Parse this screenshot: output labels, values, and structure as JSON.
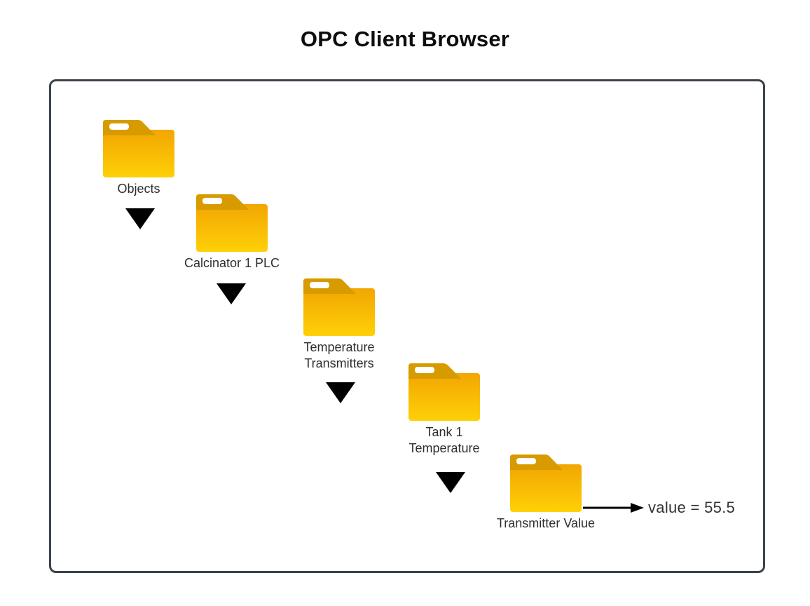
{
  "title": "OPC Client Browser",
  "tree": {
    "nodes": [
      {
        "label": "Objects",
        "icon": "folder-icon"
      },
      {
        "label": "Calcinator 1 PLC",
        "icon": "folder-icon"
      },
      {
        "label": "Temperature\nTransmitters",
        "icon": "folder-icon"
      },
      {
        "label": "Tank 1\nTemperature",
        "icon": "folder-icon"
      },
      {
        "label": "Transmitter Value",
        "icon": "folder-icon"
      }
    ],
    "connector_icon": "triangle-down-icon",
    "value_annotation": {
      "text": "value = 55.5"
    }
  },
  "colors": {
    "title_text": "#0d0d0d",
    "canvas_border": "#3A434D",
    "label_text": "#2e2e2e",
    "value_text": "#333333",
    "folder_tab": "#D79B00",
    "folder_body_top": "#F2A602",
    "folder_body_bottom": "#FFD007",
    "folder_handle": "#FFFFFF",
    "triangle": "#000000",
    "arrow": "#000000"
  }
}
